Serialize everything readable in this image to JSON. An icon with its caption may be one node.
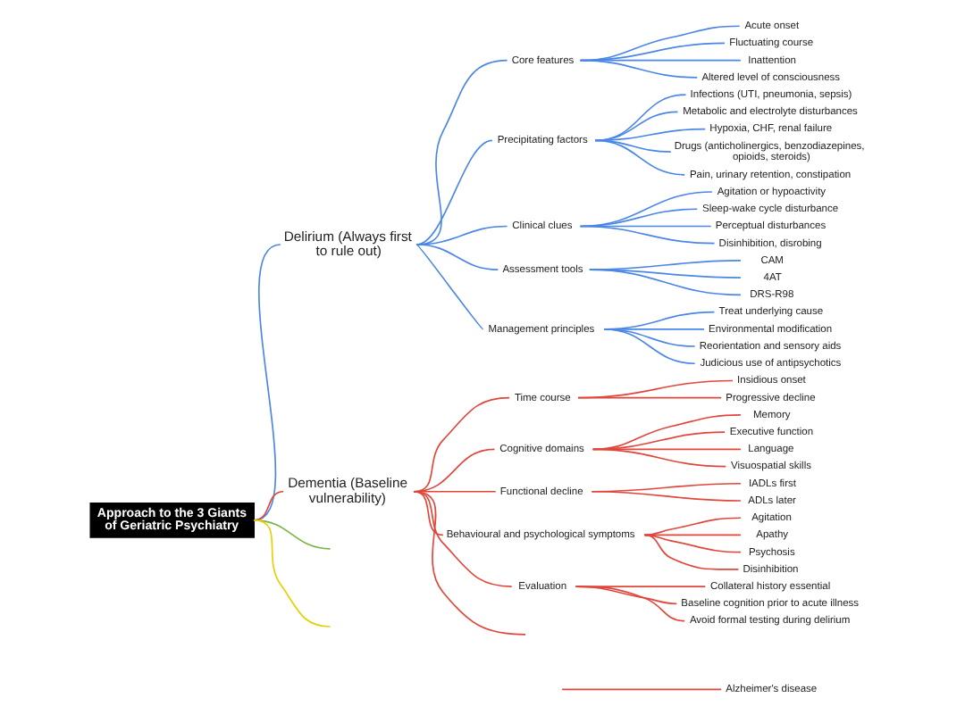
{
  "diagram": {
    "nodes": [
      {
        "text": [
          "Approach to the 3 Giants of Geriatric Psychiatry"
        ]
      },
      {
        "text": [
          "Delirium (Always first to rule out)"
        ]
      },
      {
        "text": [
          "Core features"
        ]
      },
      {
        "text": [
          "Acute onset"
        ]
      },
      {
        "text": [
          "Fluctuating course"
        ]
      },
      {
        "text": [
          "Inattention"
        ]
      },
      {
        "text": [
          "Altered level of consciousness"
        ]
      },
      {
        "text": [
          "Precipitating factors"
        ]
      },
      {
        "text": [
          "Infections (UTI, pneumonia, sepsis)"
        ]
      },
      {
        "text": [
          "Metabolic and electrolyte disturbances"
        ]
      },
      {
        "text": [
          "Hypoxia, CHF, renal failure"
        ]
      },
      {
        "text": [
          "Drugs (anticholinergics, benzodiazepines, opioids, steroids)"
        ]
      },
      {
        "text": [
          "Pain, urinary retention, constipation"
        ]
      },
      {
        "text": [
          "Clinical clues"
        ]
      },
      {
        "text": [
          "Agitation or hypoactivity"
        ]
      },
      {
        "text": [
          "Sleep-wake cycle disturbance"
        ]
      },
      {
        "text": [
          "Perceptual disturbances"
        ]
      },
      {
        "text": [
          "Disinhibition, disrobing"
        ]
      },
      {
        "text": [
          "Assessment tools"
        ]
      },
      {
        "text": [
          "CAM"
        ]
      },
      {
        "text": [
          "4AT"
        ]
      },
      {
        "text": [
          "DRS-R98"
        ]
      },
      {
        "text": [
          "Management principles"
        ]
      },
      {
        "text": [
          "Treat underlying cause"
        ]
      },
      {
        "text": [
          "Environmental modification"
        ]
      },
      {
        "text": [
          "Reorientation and sensory aids"
        ]
      },
      {
        "text": [
          "Judicious use of antipsychotics"
        ]
      },
      {
        "text": [
          "Dementia (Baseline vulnerability)"
        ]
      },
      {
        "text": [
          "Time course"
        ]
      },
      {
        "text": [
          "Insidious onset"
        ]
      },
      {
        "text": [
          "Progressive decline"
        ]
      },
      {
        "text": [
          "Cognitive domains"
        ]
      },
      {
        "text": [
          "Memory"
        ]
      },
      {
        "text": [
          "Executive function"
        ]
      },
      {
        "text": [
          "Language"
        ]
      },
      {
        "text": [
          "Visuospatial skills"
        ]
      },
      {
        "text": [
          "Functional decline"
        ]
      },
      {
        "text": [
          "IADLs first"
        ]
      },
      {
        "text": [
          "ADLs later"
        ]
      },
      {
        "text": [
          "Behavioural and psychological symptoms"
        ]
      },
      {
        "text": [
          "Agitation"
        ]
      },
      {
        "text": [
          "Apathy"
        ]
      },
      {
        "text": [
          "Psychosis"
        ]
      },
      {
        "text": [
          "Disinhibition"
        ]
      },
      {
        "text": [
          "Evaluation"
        ]
      },
      {
        "text": [
          "Collateral history essential"
        ]
      },
      {
        "text": [
          "Baseline cognition prior to acute illness"
        ]
      },
      {
        "text": [
          "Avoid formal testing during delirium"
        ]
      },
      {
        "text": [
          "Alzheimer's disease"
        ]
      }
    ],
    "edges": [
      {
        "from": 0,
        "to": 1,
        "arrow": "none"
      },
      {
        "from": 1,
        "to": 2,
        "arrow": "none"
      },
      {
        "from": 2,
        "to": 3,
        "arrow": "none"
      },
      {
        "from": 2,
        "to": 4,
        "arrow": "none"
      },
      {
        "from": 2,
        "to": 5,
        "arrow": "none"
      },
      {
        "from": 2,
        "to": 6,
        "arrow": "none"
      },
      {
        "from": 1,
        "to": 7,
        "arrow": "none"
      },
      {
        "from": 7,
        "to": 8,
        "arrow": "none"
      },
      {
        "from": 7,
        "to": 9,
        "arrow": "none"
      },
      {
        "from": 7,
        "to": 10,
        "arrow": "none"
      },
      {
        "from": 7,
        "to": 11,
        "arrow": "none"
      },
      {
        "from": 7,
        "to": 12,
        "arrow": "none"
      },
      {
        "from": 1,
        "to": 13,
        "arrow": "none"
      },
      {
        "from": 13,
        "to": 14,
        "arrow": "none"
      },
      {
        "from": 13,
        "to": 15,
        "arrow": "none"
      },
      {
        "from": 13,
        "to": 16,
        "arrow": "none"
      },
      {
        "from": 13,
        "to": 17,
        "arrow": "none"
      },
      {
        "from": 1,
        "to": 18,
        "arrow": "none"
      },
      {
        "from": 18,
        "to": 19,
        "arrow": "none"
      },
      {
        "from": 18,
        "to": 20,
        "arrow": "none"
      },
      {
        "from": 18,
        "to": 21,
        "arrow": "none"
      },
      {
        "from": 1,
        "to": 22,
        "arrow": "none"
      },
      {
        "from": 22,
        "to": 23,
        "arrow": "none"
      },
      {
        "from": 22,
        "to": 24,
        "arrow": "none"
      },
      {
        "from": 22,
        "to": 25,
        "arrow": "none"
      },
      {
        "from": 22,
        "to": 26,
        "arrow": "none"
      },
      {
        "from": 0,
        "to": 27,
        "arrow": "none",
        "color": "#e0463a"
      },
      {
        "from": 27,
        "to": 28,
        "arrow": "none",
        "color": "#e0463a"
      },
      {
        "from": 28,
        "to": 29,
        "arrow": "none",
        "color": "#e0463a"
      },
      {
        "from": 28,
        "to": 30,
        "arrow": "none",
        "color": "#e0463a"
      },
      {
        "from": 27,
        "to": 31,
        "arrow": "none",
        "color": "#e0463a"
      },
      {
        "from": 31,
        "to": 32,
        "arrow": "none",
        "color": "#e0463a"
      },
      {
        "from": 31,
        "to": 33,
        "arrow": "none",
        "color": "#e0463a"
      },
      {
        "from": 31,
        "to": 34,
        "arrow": "none",
        "color": "#e0463a"
      },
      {
        "from": 31,
        "to": 35,
        "arrow": "none",
        "color": "#e0463a"
      },
      {
        "from": 27,
        "to": 36,
        "arrow": "none",
        "color": "#e0463a"
      },
      {
        "from": 36,
        "to": 37,
        "arrow": "none",
        "color": "#e0463a"
      },
      {
        "from": 36,
        "to": 38,
        "arrow": "none",
        "color": "#e0463a"
      },
      {
        "from": 27,
        "to": 39,
        "arrow": "none",
        "color": "#e0463a"
      },
      {
        "from": 39,
        "to": 40,
        "arrow": "none",
        "color": "#e0463a"
      },
      {
        "from": 39,
        "to": 41,
        "arrow": "none",
        "color": "#e0463a"
      },
      {
        "from": 39,
        "to": 42,
        "arrow": "none",
        "color": "#e0463a"
      },
      {
        "from": 39,
        "to": 43,
        "arrow": "none",
        "color": "#e0463a"
      },
      {
        "from": 27,
        "to": 44,
        "arrow": "none",
        "color": "#e0463a"
      },
      {
        "from": 44,
        "to": 45,
        "arrow": "none",
        "color": "#e0463a"
      },
      {
        "from": 44,
        "to": 46,
        "arrow": "none",
        "color": "#e0463a"
      },
      {
        "from": 44,
        "to": 47,
        "arrow": "none",
        "color": "#e0463a"
      },
      {
        "from": 27,
        "to": null,
        "arrow": "none",
        "color": "#e0463a"
      },
      {
        "from": null,
        "to": 48,
        "arrow": "none",
        "color": "#e0463a"
      },
      {
        "from": 0,
        "to": null,
        "arrow": "none",
        "color": "#e6d000"
      },
      {
        "from": 0,
        "to": null,
        "arrow": "none",
        "color": "#7cb342"
      }
    ]
  }
}
